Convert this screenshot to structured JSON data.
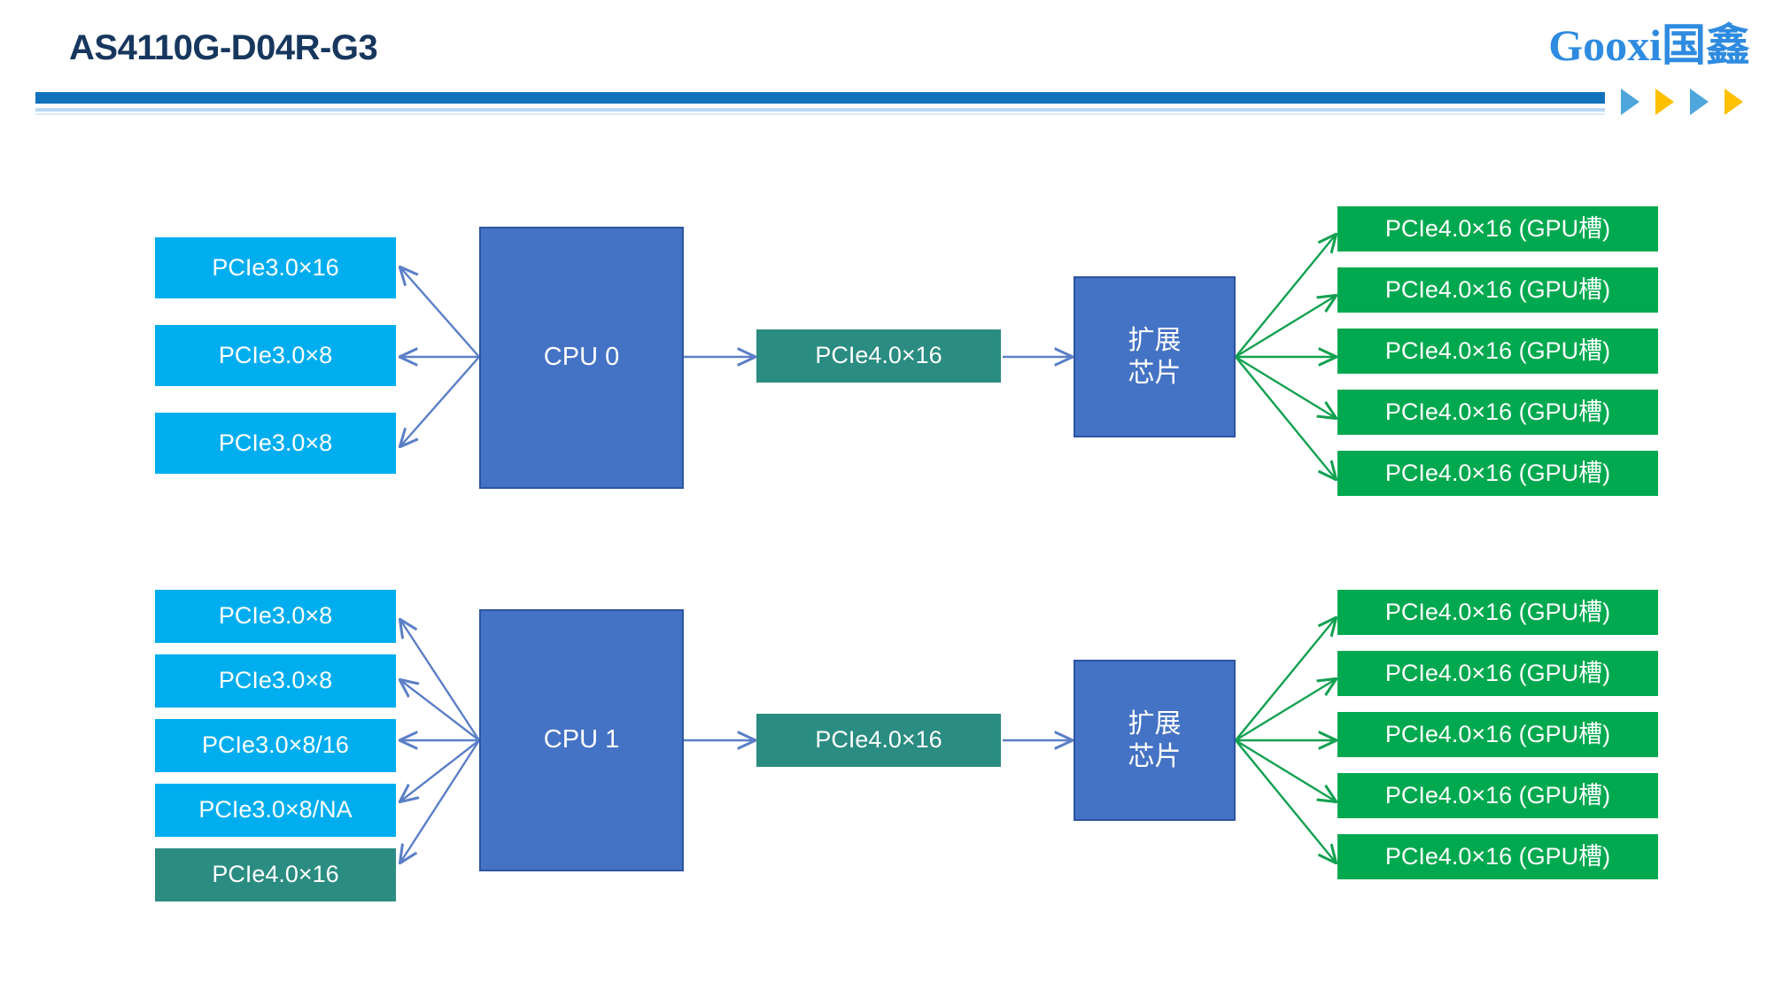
{
  "header": {
    "title": "AS4110G-D04R-G3",
    "logo_latin": "Gooxi",
    "logo_cn": "国鑫",
    "accent_blue": "#1172BA",
    "title_color": "#17375E",
    "arrows": [
      {
        "name": "triangle-1",
        "color": "#4EA6DC"
      },
      {
        "name": "triangle-2",
        "color": "#FFC000"
      },
      {
        "name": "triangle-3",
        "color": "#4EA6DC"
      },
      {
        "name": "triangle-4",
        "color": "#FFC000"
      }
    ]
  },
  "colors": {
    "cyan_slot": "#00AEEF",
    "teal_slot": "#2B8C81",
    "green_gpu": "#00A94F",
    "cpu_blue": "#4472C4",
    "cpu_border": "#2E54A1",
    "blue_link": "#5B7FC7",
    "green_link": "#12A150"
  },
  "diagram": {
    "type": "block-diagram",
    "groups": [
      {
        "id": "cpu0-group",
        "cpu": {
          "label": "CPU 0"
        },
        "left_slots": [
          {
            "label": "PCIe3.0×16",
            "style": "cyan"
          },
          {
            "label": "PCIe3.0×8",
            "style": "cyan"
          },
          {
            "label": "PCIe3.0×8",
            "style": "cyan"
          }
        ],
        "uplink": {
          "label": "PCIe4.0×16",
          "style": "teal"
        },
        "switch": {
          "line1": "扩展",
          "line2": "芯片"
        },
        "gpu_slots": [
          {
            "label": "PCIe4.0×16 (GPU槽)",
            "style": "green"
          },
          {
            "label": "PCIe4.0×16 (GPU槽)",
            "style": "green"
          },
          {
            "label": "PCIe4.0×16 (GPU槽)",
            "style": "green"
          },
          {
            "label": "PCIe4.0×16 (GPU槽)",
            "style": "green"
          },
          {
            "label": "PCIe4.0×16 (GPU槽)",
            "style": "green"
          }
        ]
      },
      {
        "id": "cpu1-group",
        "cpu": {
          "label": "CPU 1"
        },
        "left_slots": [
          {
            "label": "PCIe3.0×8",
            "style": "cyan"
          },
          {
            "label": "PCIe3.0×8",
            "style": "cyan"
          },
          {
            "label": "PCIe3.0×8/16",
            "style": "cyan"
          },
          {
            "label": "PCIe3.0×8/NA",
            "style": "cyan"
          },
          {
            "label": "PCIe4.0×16",
            "style": "teal"
          }
        ],
        "uplink": {
          "label": "PCIe4.0×16",
          "style": "teal"
        },
        "switch": {
          "line1": "扩展",
          "line2": "芯片"
        },
        "gpu_slots": [
          {
            "label": "PCIe4.0×16 (GPU槽)",
            "style": "green"
          },
          {
            "label": "PCIe4.0×16 (GPU槽)",
            "style": "green"
          },
          {
            "label": "PCIe4.0×16 (GPU槽)",
            "style": "green"
          },
          {
            "label": "PCIe4.0×16 (GPU槽)",
            "style": "green"
          },
          {
            "label": "PCIe4.0×16 (GPU槽)",
            "style": "green"
          }
        ]
      }
    ]
  }
}
